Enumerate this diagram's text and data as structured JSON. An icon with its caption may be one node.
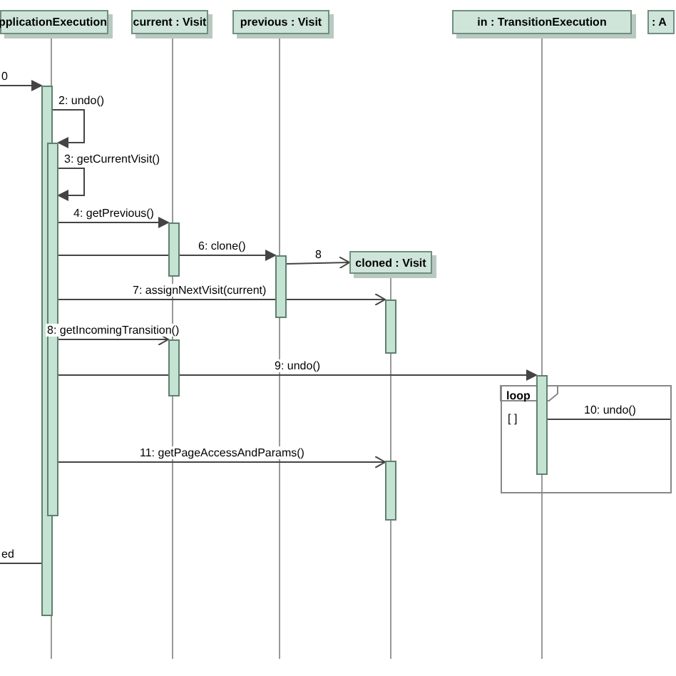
{
  "diagram": {
    "nodes": [
      {
        "text": [
          "pplicationExecution"
        ]
      },
      {
        "text": [
          "current : Visit"
        ]
      },
      {
        "text": [
          "previous : Visit"
        ]
      },
      {
        "text": [
          "cloned : Visit"
        ]
      },
      {
        "text": [
          "in : TransitionExecution"
        ]
      },
      {
        "text": [
          ": A"
        ]
      },
      {
        "text": [
          "loop",
          "[ ]"
        ]
      },
      {
        "text": [],
        "shape": "bar"
      },
      {
        "text": [],
        "shape": "bar"
      },
      {
        "text": [],
        "shape": "bar"
      },
      {
        "text": [],
        "shape": "bar"
      },
      {
        "text": [],
        "shape": "bar"
      },
      {
        "text": [],
        "shape": "bar"
      },
      {
        "text": [],
        "shape": "bar"
      },
      {
        "text": [],
        "shape": "bar"
      }
    ],
    "edges": [
      {
        "from": null,
        "to": 7,
        "arrow": "to",
        "label": "0"
      },
      {
        "from": 7,
        "to": 8,
        "arrow": "to",
        "label": "2: undo()"
      },
      {
        "from": 8,
        "to": 8,
        "arrow": "to",
        "label": "3: getCurrentVisit()"
      },
      {
        "from": 8,
        "to": 9,
        "arrow": "to",
        "label": "4: getPrevious()"
      },
      {
        "from": 8,
        "to": 10,
        "arrow": "to",
        "label": "6: clone()"
      },
      {
        "from": 10,
        "to": 3,
        "arrow": "to",
        "label": "8"
      },
      {
        "from": 8,
        "to": 11,
        "arrow": "to",
        "label": "7: assignNextVisit(current)"
      },
      {
        "from": 8,
        "to": 12,
        "arrow": "to",
        "label": "8: getIncomingTransition()"
      },
      {
        "from": 8,
        "to": 13,
        "arrow": "to",
        "label": "9: undo()"
      },
      {
        "from": 13,
        "to": 6,
        "arrow": "none",
        "label": "10: undo()"
      },
      {
        "from": 8,
        "to": 14,
        "arrow": "to",
        "label": "11: getPageAccessAndParams()"
      },
      {
        "from": 7,
        "to": null,
        "arrow": "none",
        "label": "ed"
      }
    ]
  }
}
